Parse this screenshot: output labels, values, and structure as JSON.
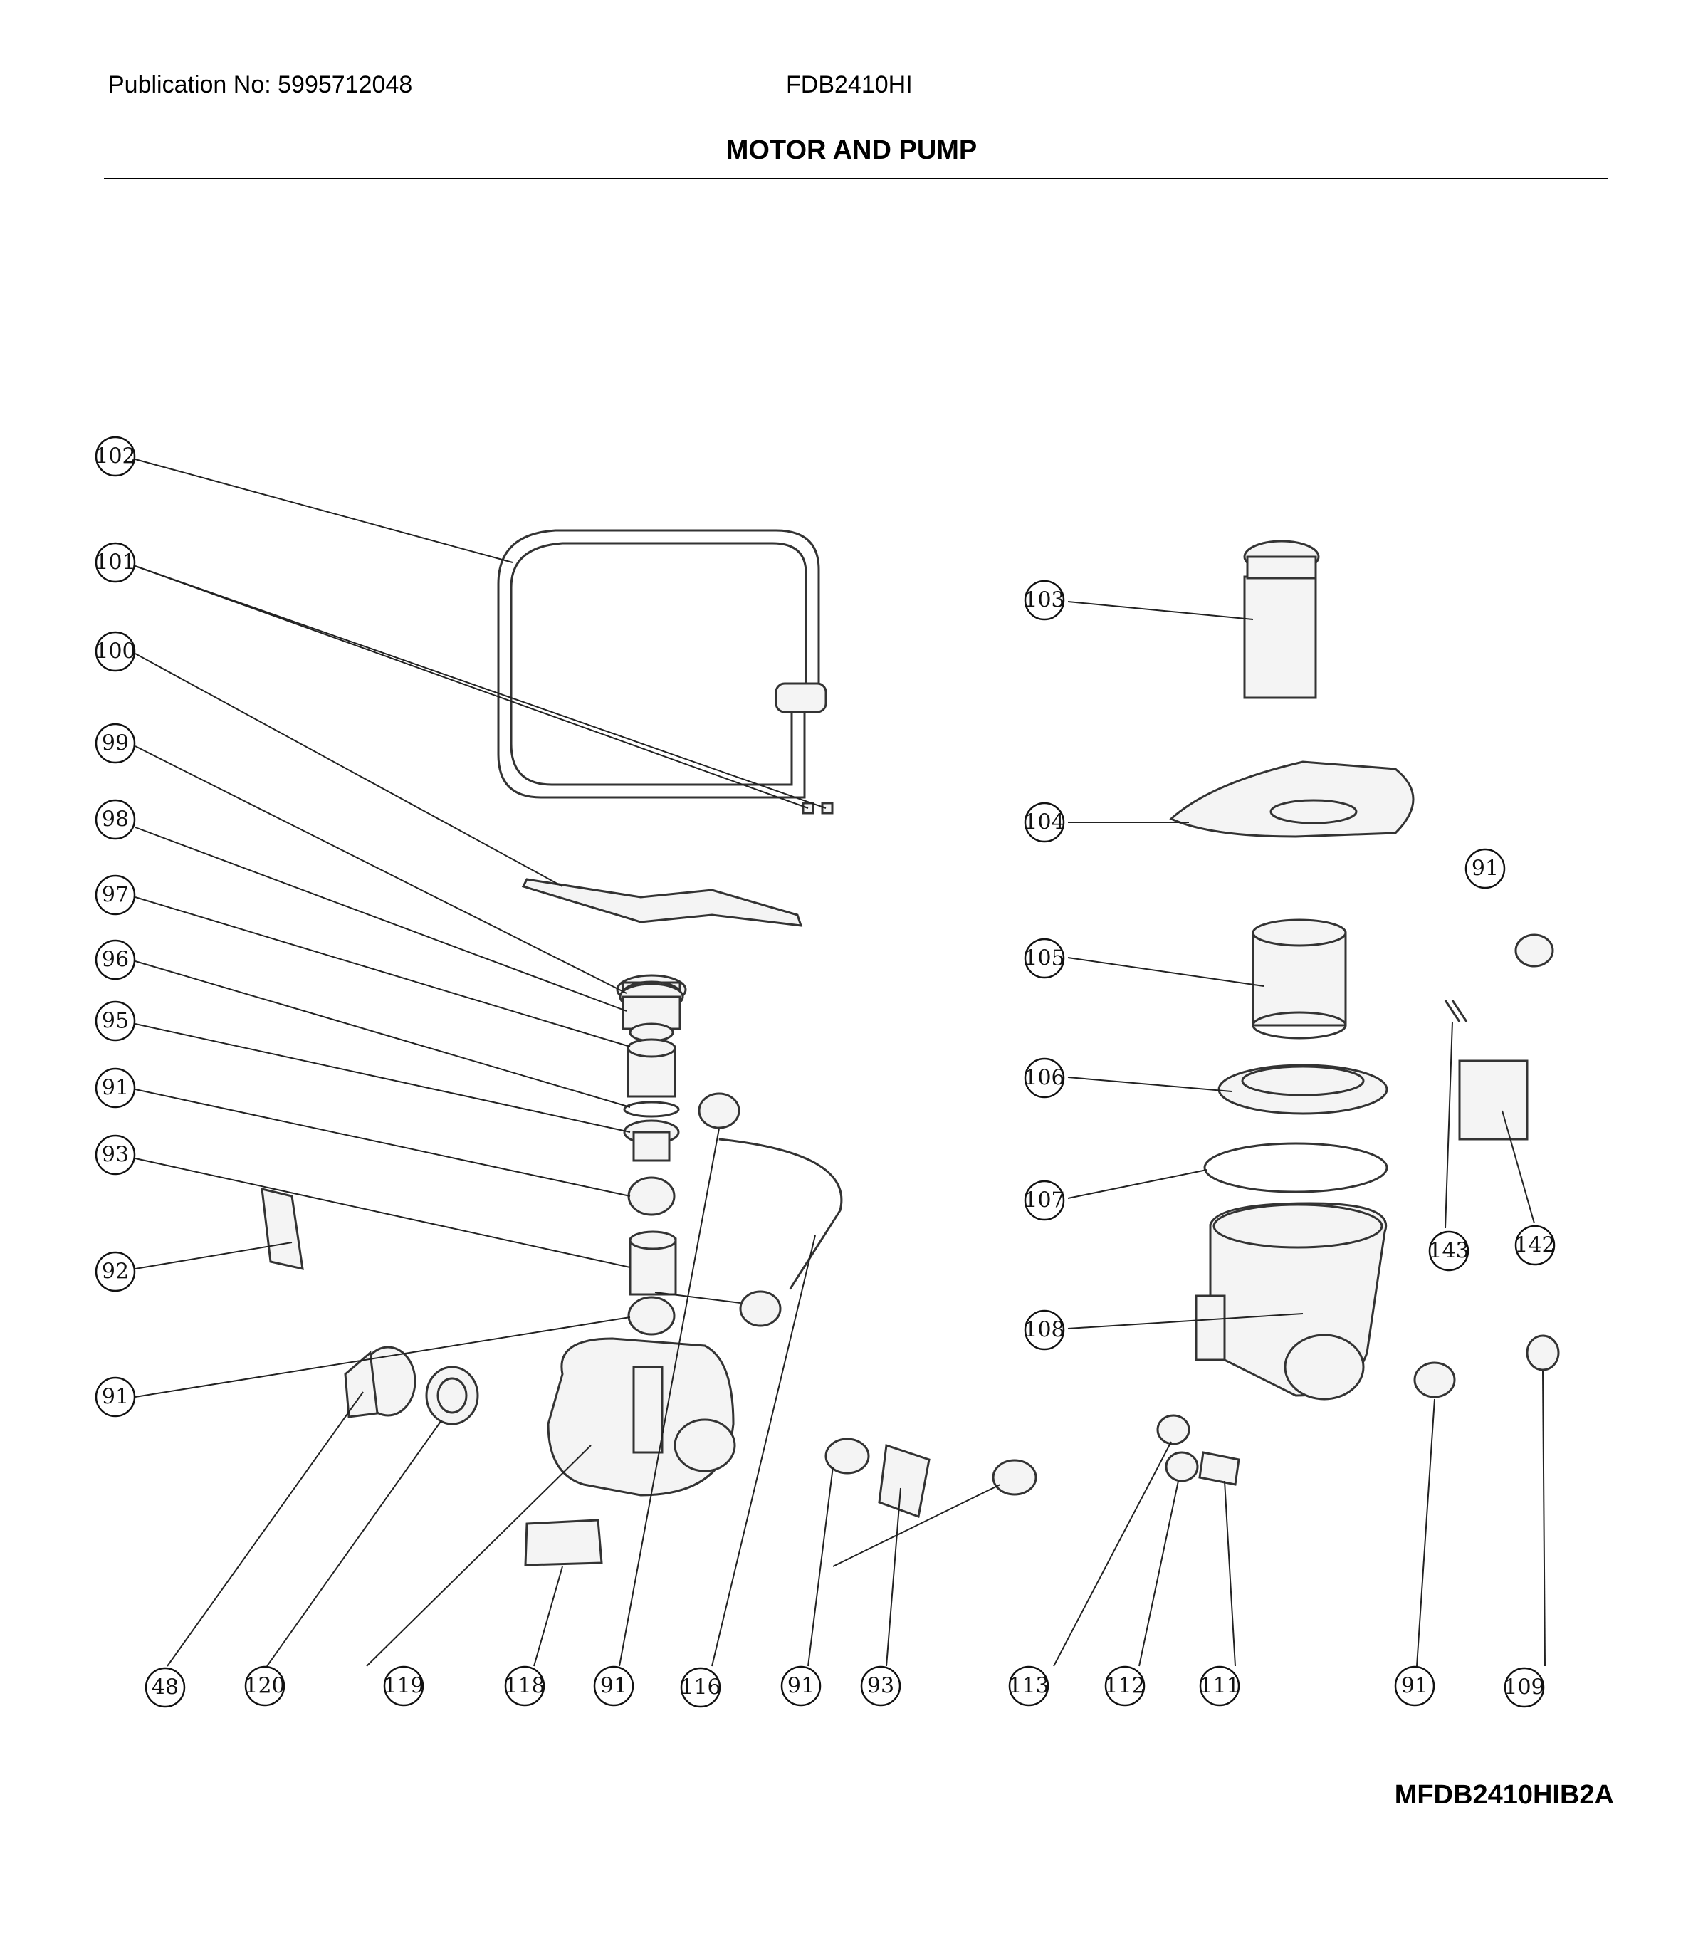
{
  "header": {
    "publication": "Publication No: 5995712048",
    "model": "FDB2410HI",
    "section_title": "MOTOR AND PUMP"
  },
  "footer": {
    "diagram_code": "MFDB2410HIB2A"
  },
  "callouts": [
    {
      "label": "102"
    },
    {
      "label": "101"
    },
    {
      "label": "100"
    },
    {
      "label": "99"
    },
    {
      "label": "98"
    },
    {
      "label": "97"
    },
    {
      "label": "96"
    },
    {
      "label": "95"
    },
    {
      "label": "91"
    },
    {
      "label": "93"
    },
    {
      "label": "92"
    },
    {
      "label": "91"
    },
    {
      "label": "103"
    },
    {
      "label": "104"
    },
    {
      "label": "91"
    },
    {
      "label": "105"
    },
    {
      "label": "106"
    },
    {
      "label": "107"
    },
    {
      "label": "108"
    },
    {
      "label": "143"
    },
    {
      "label": "142"
    },
    {
      "label": "48"
    },
    {
      "label": "120"
    },
    {
      "label": "119"
    },
    {
      "label": "118"
    },
    {
      "label": "91"
    },
    {
      "label": "116"
    },
    {
      "label": "91"
    },
    {
      "label": "93"
    },
    {
      "label": "113"
    },
    {
      "label": "112"
    },
    {
      "label": "111"
    },
    {
      "label": "91"
    },
    {
      "label": "109"
    }
  ]
}
